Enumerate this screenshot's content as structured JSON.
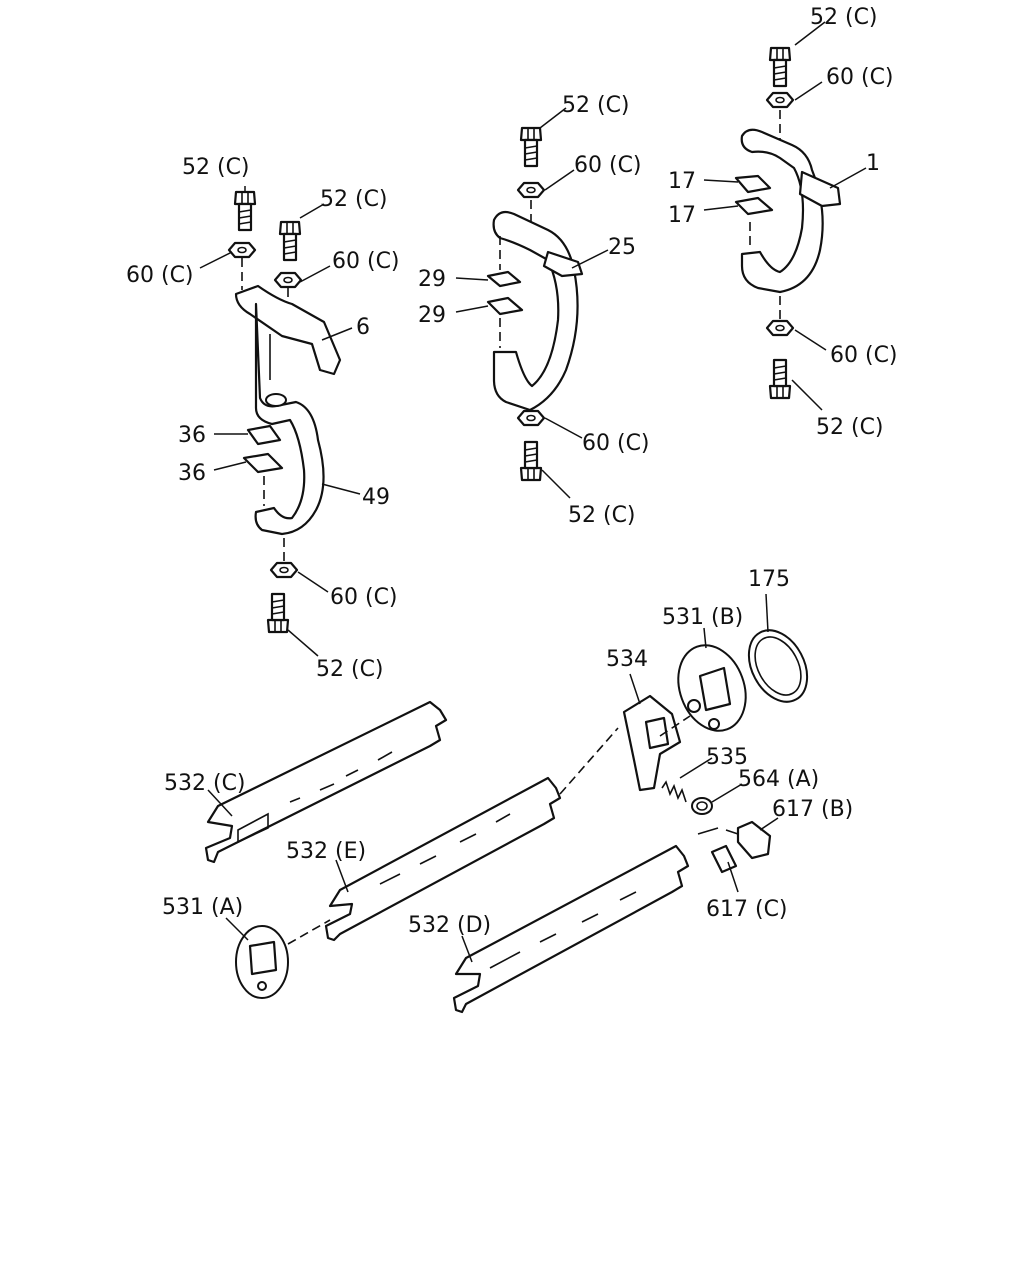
{
  "labels": {
    "l01": "52 (C)",
    "l02": "60 (C)",
    "l03": "1",
    "l04": "17",
    "l05": "17",
    "l06": "60 (C)",
    "l07": "52 (C)",
    "l08": "52 (C)",
    "l09": "60 (C)",
    "l10": "25",
    "l11": "29",
    "l12": "29",
    "l13": "60 (C)",
    "l14": "52 (C)",
    "l15": "52 (C)",
    "l16": "52 (C)",
    "l17": "60 (C)",
    "l18": "60 (C)",
    "l19": "6",
    "l20": "36",
    "l21": "36",
    "l22": "49",
    "l23": "60 (C)",
    "l24": "52 (C)",
    "l25": "175",
    "l26": "531 (B)",
    "l27": "534",
    "l28": "535",
    "l29": "564 (A)",
    "l30": "617 (B)",
    "l31": "617 (C)",
    "l32": "532 (C)",
    "l33": "532 (E)",
    "l34": "531 (A)",
    "l35": "532 (D)"
  }
}
